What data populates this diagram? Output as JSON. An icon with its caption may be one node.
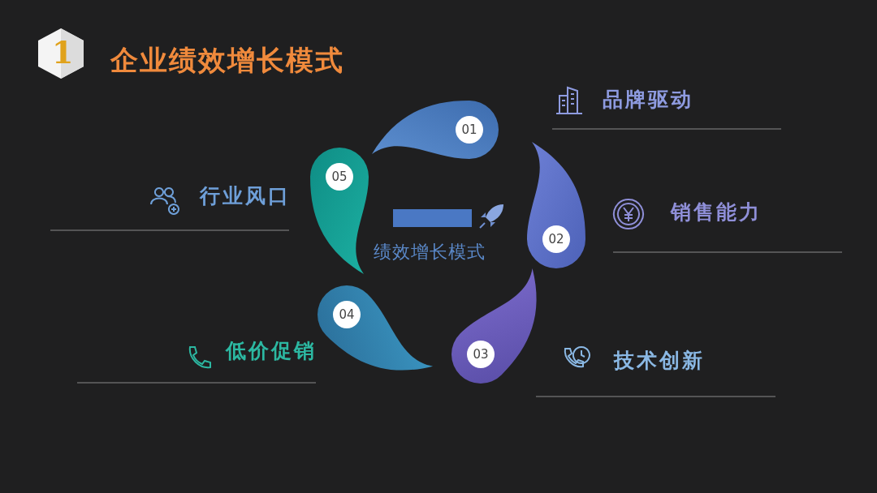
{
  "diagram": {
    "title": "企业绩效增长模式",
    "nodes": [
      {
        "text": [
          "01"
        ]
      },
      {
        "text": [
          "02"
        ]
      },
      {
        "text": [
          "03"
        ]
      },
      {
        "text": [
          "04"
        ]
      },
      {
        "text": [
          "05"
        ]
      }
    ],
    "labels": [
      "1",
      "品牌驱动",
      "行业风口",
      "销售能力",
      "绩效增长模式",
      "低价促销",
      "技术创新"
    ]
  }
}
